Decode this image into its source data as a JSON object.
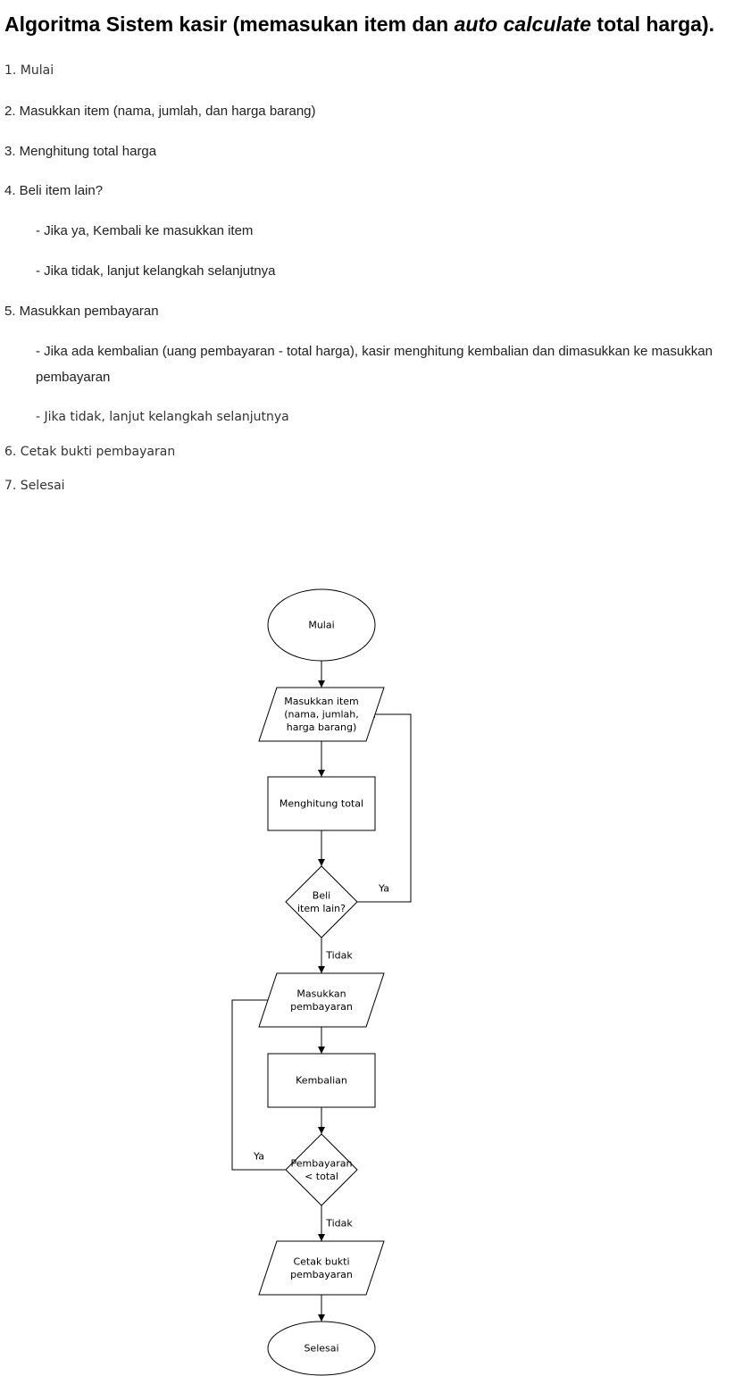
{
  "title": {
    "part1": "Algoritma Sistem kasir (memasukan item dan ",
    "italic": "auto calculate",
    "part2": " total harga)."
  },
  "steps": [
    "1. Mulai",
    "2. Masukkan item (nama, jumlah, dan harga barang)",
    "3. Menghitung total harga",
    "4. Beli item lain?",
    "- Jika ya, Kembali ke masukkan item",
    "- Jika tidak, lanjut kelangkah selanjutnya",
    "5. Masukkan pembayaran",
    "- Jika ada kembalian (uang pembayaran - total harga), kasir menghitung kembalian dan dimasukkan ke masukkan pembayaran",
    "-  Jika tidak, lanjut kelangkah selanjutnya",
    "6. Cetak bukti pembayaran",
    "7. Selesai"
  ],
  "flowchart": {
    "nodes": [
      {
        "id": "start",
        "shape": "ellipse",
        "lines": [
          "Mulai"
        ]
      },
      {
        "id": "input-item",
        "shape": "parallelogram",
        "lines": [
          "Masukkan item",
          "(nama, jumlah,",
          "harga barang)"
        ]
      },
      {
        "id": "hitung-total",
        "shape": "rectangle",
        "lines": [
          "Menghitung total"
        ]
      },
      {
        "id": "beli-lagi",
        "shape": "diamond",
        "lines": [
          "Beli",
          "item lain?"
        ]
      },
      {
        "id": "input-bayar",
        "shape": "parallelogram",
        "lines": [
          "Masukkan",
          "pembayaran"
        ]
      },
      {
        "id": "kembalian",
        "shape": "rectangle",
        "lines": [
          "Kembalian"
        ]
      },
      {
        "id": "cek-bayar",
        "shape": "diamond",
        "lines": [
          "Pembayaran",
          "< total"
        ]
      },
      {
        "id": "cetak",
        "shape": "parallelogram",
        "lines": [
          "Cetak bukti",
          "pembayaran"
        ]
      },
      {
        "id": "end",
        "shape": "ellipse",
        "lines": [
          "Selesai"
        ]
      }
    ],
    "edges": [
      {
        "from": "start",
        "to": "input-item",
        "label": ""
      },
      {
        "from": "input-item",
        "to": "hitung-total",
        "label": ""
      },
      {
        "from": "hitung-total",
        "to": "beli-lagi",
        "label": ""
      },
      {
        "from": "beli-lagi",
        "to": "input-item",
        "label": "Ya"
      },
      {
        "from": "beli-lagi",
        "to": "input-bayar",
        "label": "Tidak"
      },
      {
        "from": "input-bayar",
        "to": "kembalian",
        "label": ""
      },
      {
        "from": "kembalian",
        "to": "cek-bayar",
        "label": ""
      },
      {
        "from": "cek-bayar",
        "to": "input-bayar",
        "label": "Ya"
      },
      {
        "from": "cek-bayar",
        "to": "cetak",
        "label": "Tidak"
      },
      {
        "from": "cetak",
        "to": "end",
        "label": ""
      }
    ]
  }
}
